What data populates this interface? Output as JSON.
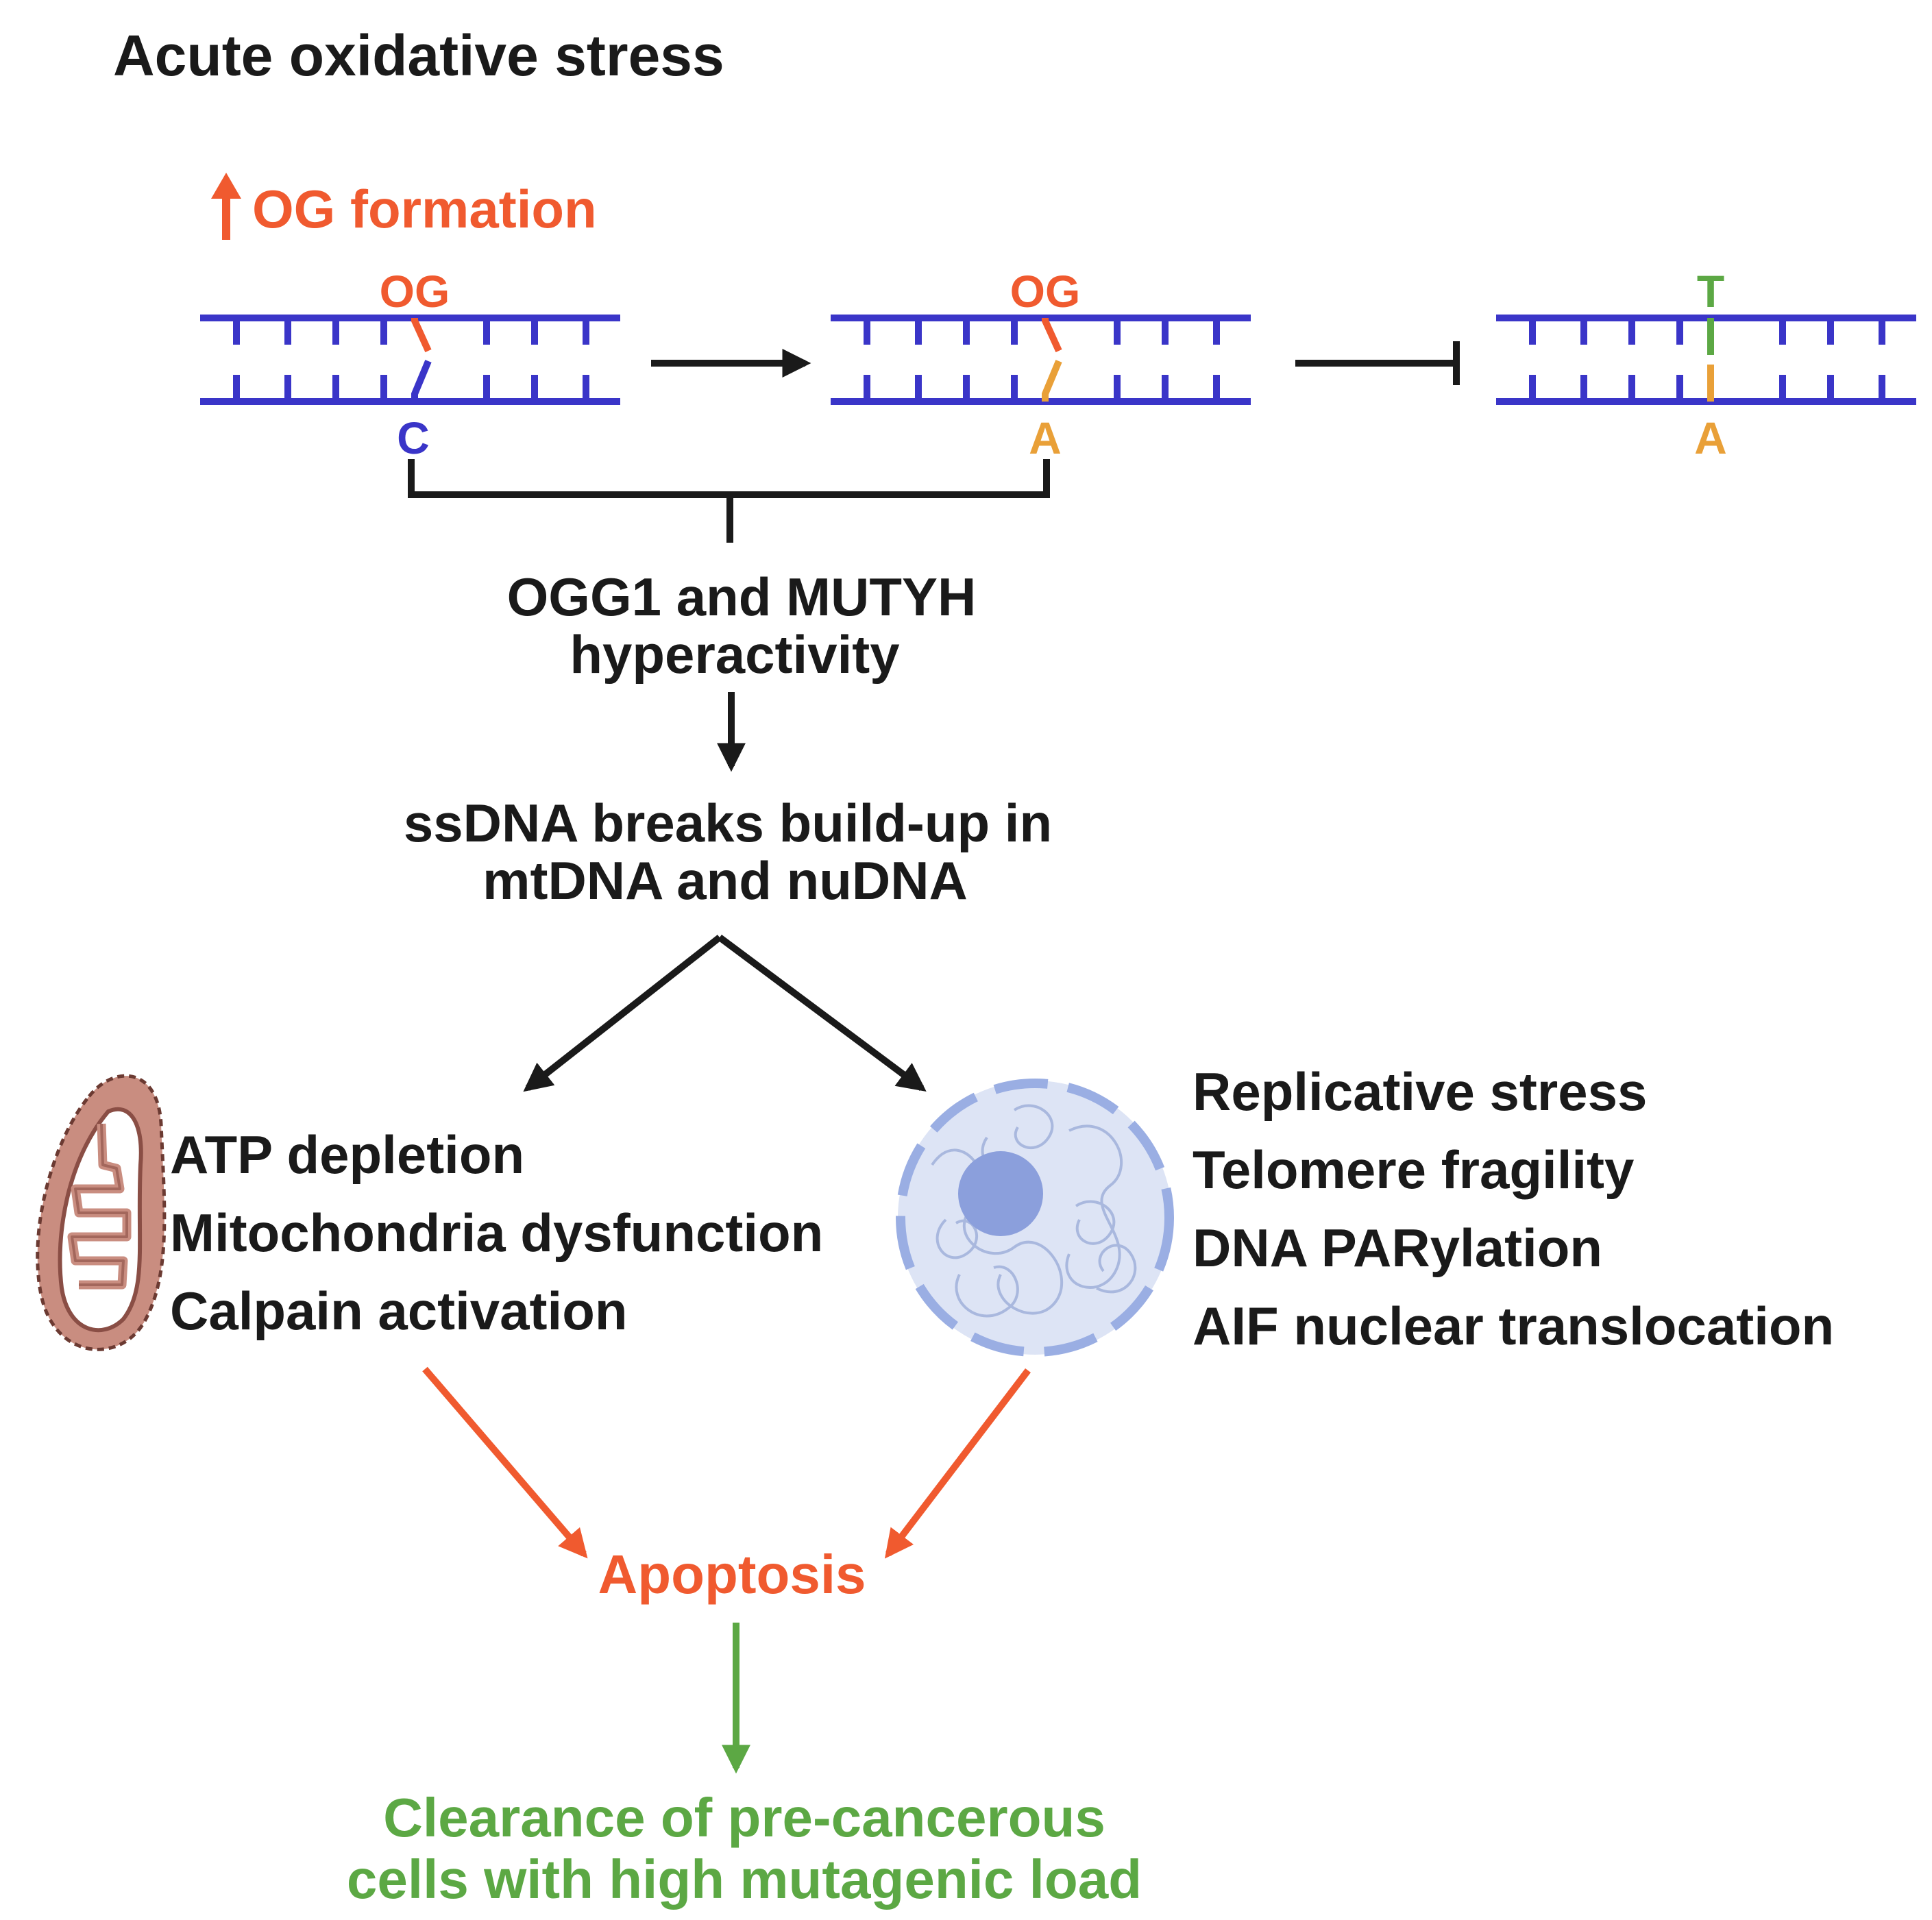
{
  "title": "Acute oxidative stress",
  "og_formation": "OG formation",
  "dna": {
    "og_label_1": "OG",
    "c_label": "C",
    "og_label_2": "OG",
    "a_label_2": "A",
    "t_label_3": "T",
    "a_label_3": "A"
  },
  "steps": {
    "glycosylase_line1": "OGG1 and MUTYH",
    "glycosylase_line2": "hyperactivity",
    "breaks_line1": "ssDNA breaks build-up in",
    "breaks_line2": "mtDNA and nuDNA"
  },
  "mito_effects": [
    "ATP depletion",
    "Mitochondria dysfunction",
    "Calpain activation"
  ],
  "nuclear_effects": [
    "Replicative stress",
    "Telomere fragility",
    "DNA PARylation",
    "AIF nuclear translocation"
  ],
  "outcome": "Apoptosis",
  "final_line1": "Clearance of pre-cancerous",
  "final_line2": "cells with high mutagenic load",
  "colors": {
    "dna_strand": "#3a35c8",
    "og": "#f05a2f",
    "cytosine": "#3a35c8",
    "adenine": "#e9a038",
    "thymine": "#5ca844",
    "arrow_dark": "#1a1a1a",
    "arrow_red": "#f05a2f",
    "arrow_green": "#5ca844",
    "mitochondrion": "#c98d80",
    "nucleus": "#9aaee3"
  },
  "icons": [
    "up-arrow-icon",
    "mitochondrion-icon",
    "nucleus-icon"
  ]
}
